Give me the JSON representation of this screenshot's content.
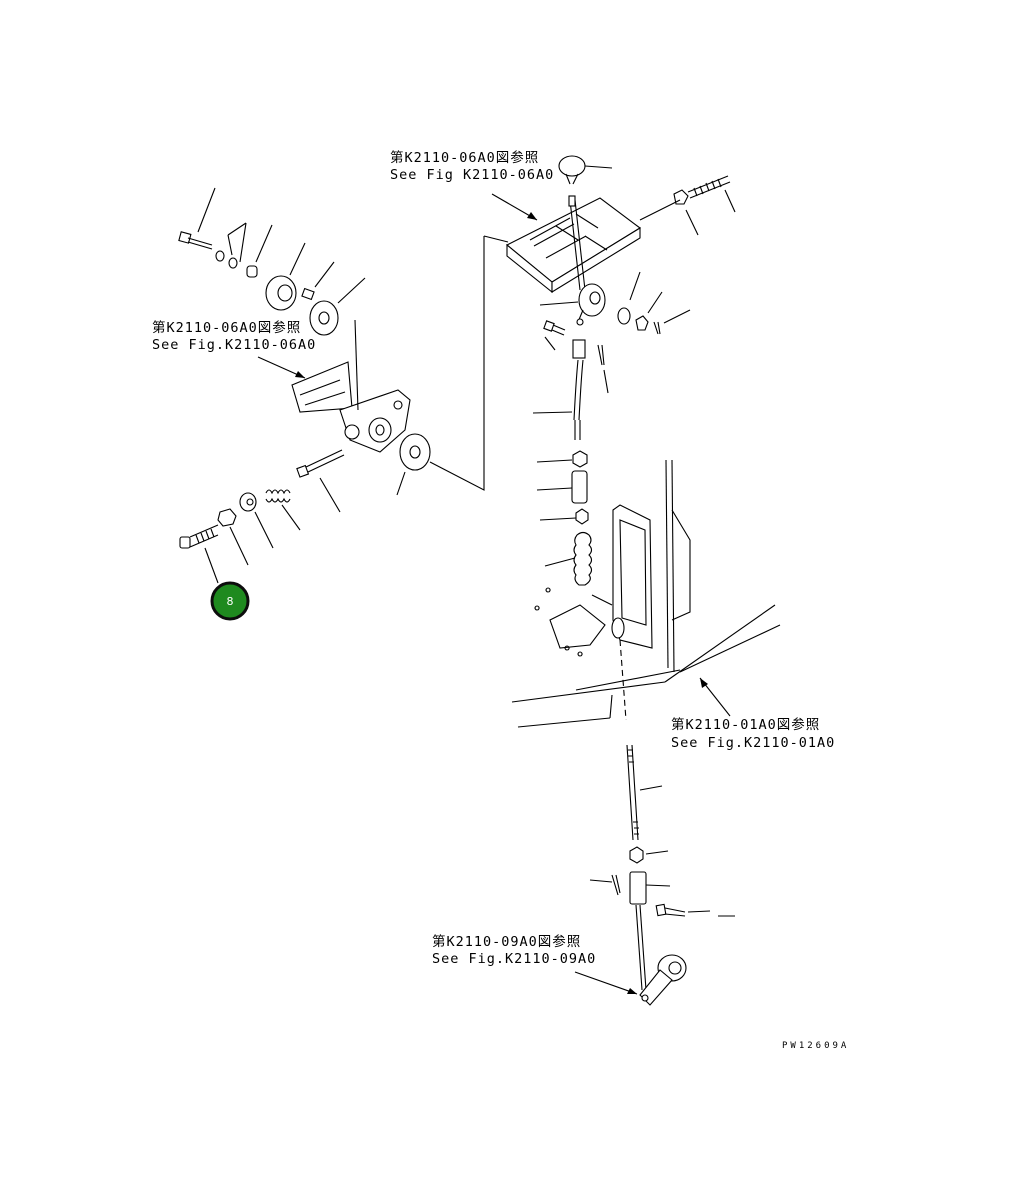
{
  "references": [
    {
      "jp": "第K2110-06A0図参照",
      "en": "See Fig K2110-06A0"
    },
    {
      "jp": "第K2110-06A0図参照",
      "en": "See Fig.K2110-06A0"
    },
    {
      "jp": "第K2110-01A0図参照",
      "en": "See Fig.K2110-01A0"
    },
    {
      "jp": "第K2110-09A0図参照",
      "en": "See Fig.K2110-09A0"
    }
  ],
  "drawing_code": "PW12609A",
  "callout_badge": {
    "label": "8",
    "color": "#1f8a1f"
  }
}
